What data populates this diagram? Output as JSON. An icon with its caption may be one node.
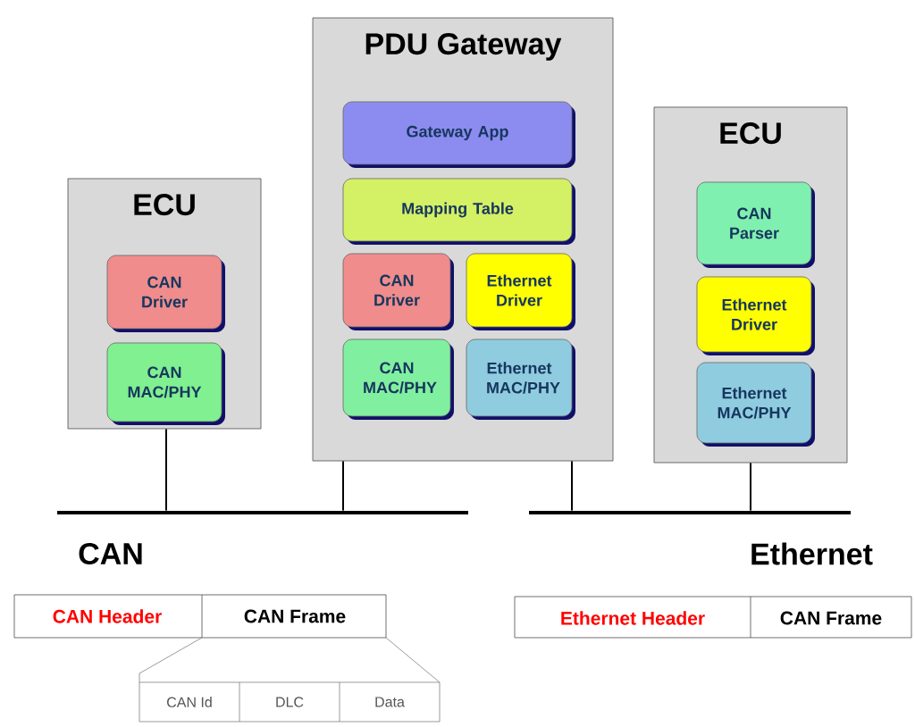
{
  "diagram": {
    "nodes": [
      {
        "text": [
          "ECU"
        ]
      },
      {
        "text": [
          "CAN Driver"
        ],
        "in": 0
      },
      {
        "text": [
          "CAN MAC/PHY"
        ],
        "in": 0
      },
      {
        "text": [
          "PDU Gateway"
        ]
      },
      {
        "text": [
          "Gateway App"
        ],
        "in": 3
      },
      {
        "text": [
          "Mapping Table"
        ],
        "in": 3
      },
      {
        "text": [
          "CAN Driver"
        ],
        "in": 3
      },
      {
        "text": [
          "Ethernet Driver"
        ],
        "in": 3
      },
      {
        "text": [
          "CAN MAC/PHY"
        ],
        "in": 3
      },
      {
        "text": [
          "Ethernet MAC/PHY"
        ],
        "in": 3
      },
      {
        "text": [
          "ECU"
        ]
      },
      {
        "text": [
          "CAN Parser"
        ],
        "in": 10
      },
      {
        "text": [
          "Ethernet Driver"
        ],
        "in": 10
      },
      {
        "text": [
          "Ethernet MAC/PHY"
        ],
        "in": 10
      },
      {
        "text": [],
        "shape": "bar"
      },
      {
        "text": [],
        "shape": "bar"
      }
    ],
    "edges": [
      {
        "from": 0,
        "to": 14,
        "arrow": "none"
      },
      {
        "from": 3,
        "to": 14,
        "arrow": "none"
      },
      {
        "from": 3,
        "to": 15,
        "arrow": "none"
      },
      {
        "from": 10,
        "to": 15,
        "arrow": "none"
      }
    ],
    "labels": [
      "CAN",
      "CAN Header",
      "CAN Frame",
      "CAN Id",
      "DLC",
      "Data",
      "Ethernet",
      "Ethernet Header",
      "CAN Frame"
    ]
  }
}
